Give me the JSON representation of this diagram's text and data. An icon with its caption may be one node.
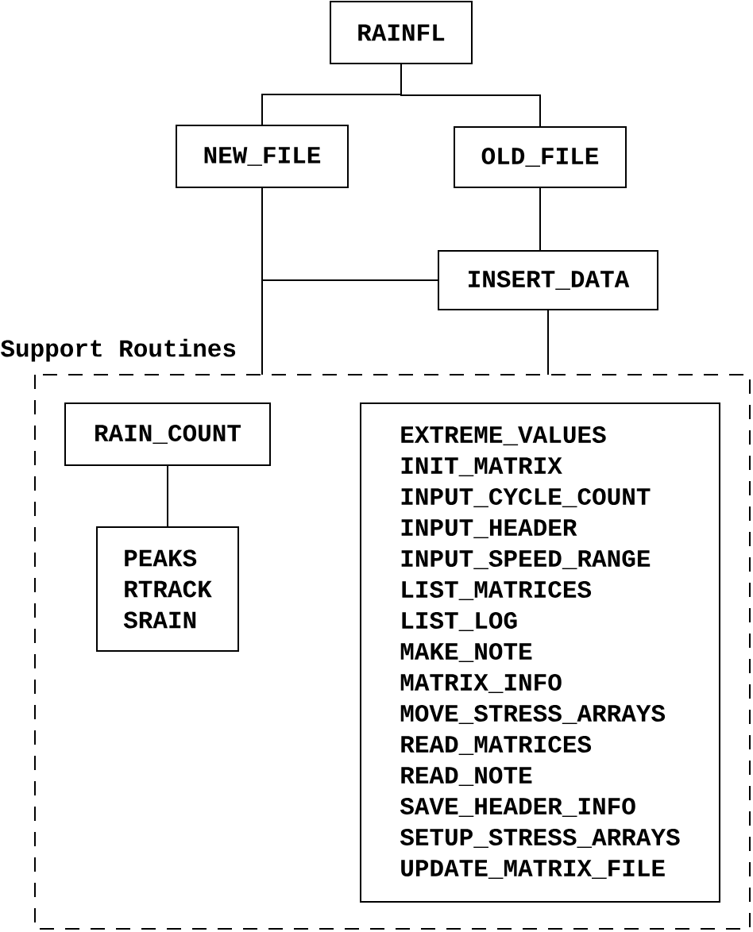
{
  "diagram": {
    "nodes": [
      {
        "text": [
          "RAINFL"
        ]
      },
      {
        "text": [
          "NEW_FILE"
        ]
      },
      {
        "text": [
          "OLD_FILE"
        ]
      },
      {
        "text": [
          "INSERT_DATA"
        ]
      },
      {
        "text": [
          "Support Routines"
        ]
      },
      {
        "text": [
          "RAIN_COUNT"
        ],
        "in": 4
      },
      {
        "text": [
          "PEAKS",
          "RTRACK",
          "SRAIN"
        ],
        "in": 4
      },
      {
        "text": [
          "EXTREME_VALUES",
          "INIT_MATRIX",
          "INPUT_CYCLE_COUNT",
          "INPUT_HEADER",
          "INPUT_SPEED_RANGE",
          "LIST_MATRICES",
          "LIST_LOG",
          "MAKE_NOTE",
          "MATRIX_INFO",
          "MOVE_STRESS_ARRAYS",
          "READ_MATRICES",
          "READ_NOTE",
          "SAVE_HEADER_INFO",
          "SETUP_STRESS_ARRAYS",
          "UPDATE_MATRIX_FILE"
        ],
        "in": 4
      }
    ],
    "edges": [
      {
        "from": 0,
        "to": 1,
        "arrow": "none"
      },
      {
        "from": 0,
        "to": 2,
        "arrow": "none"
      },
      {
        "from": 2,
        "to": 3,
        "arrow": "none"
      },
      {
        "from": 1,
        "to": 4,
        "arrow": "none"
      },
      {
        "from": 3,
        "to": 4,
        "arrow": "none"
      },
      {
        "from": 3,
        "to": 4,
        "arrow": "none"
      },
      {
        "from": 5,
        "to": 6,
        "arrow": "none"
      }
    ]
  }
}
